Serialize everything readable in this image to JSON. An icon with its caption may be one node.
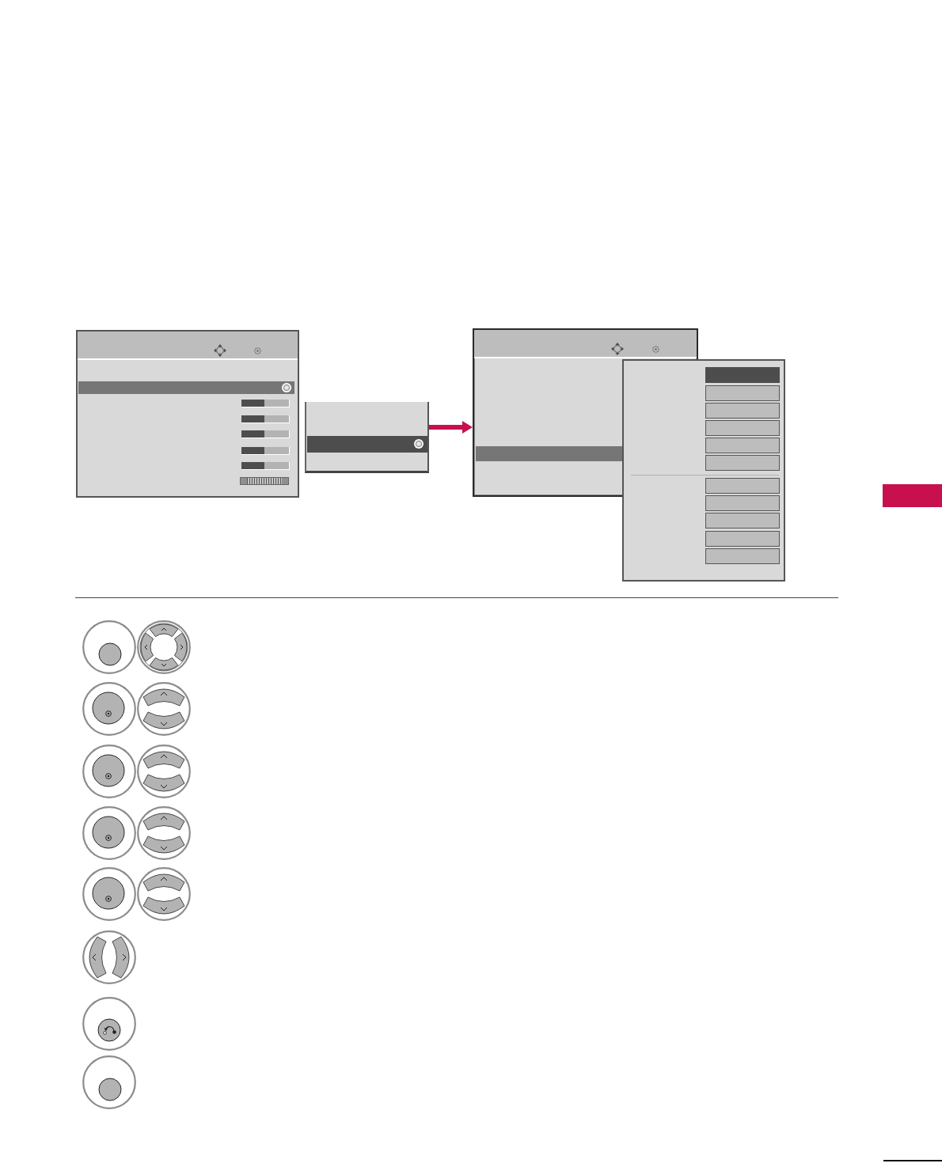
{
  "diagram": {
    "nodes": [
      {
        "text": [],
        "shape": "box"
      },
      {
        "text": [],
        "shape": "box"
      },
      {
        "text": [],
        "shape": "box"
      },
      {
        "text": [],
        "shape": "box"
      },
      {
        "text": [],
        "shape": "box",
        "in": 3
      },
      {
        "text": [],
        "shape": "box",
        "in": 3
      },
      {
        "text": [],
        "shape": "box",
        "in": 3
      },
      {
        "text": [],
        "shape": "box",
        "in": 3
      },
      {
        "text": [],
        "shape": "box",
        "in": 3
      },
      {
        "text": [],
        "shape": "box",
        "in": 3
      },
      {
        "text": [],
        "shape": "box",
        "in": 3
      },
      {
        "text": [],
        "shape": "box",
        "in": 3
      },
      {
        "text": [],
        "shape": "box",
        "in": 3
      },
      {
        "text": [],
        "shape": "box",
        "in": 3
      },
      {
        "text": [],
        "shape": "box",
        "in": 3
      },
      {
        "text": [],
        "shape": "box"
      }
    ],
    "edges": [
      {
        "from": 1,
        "to": 2,
        "arrow": "to"
      }
    ]
  }
}
